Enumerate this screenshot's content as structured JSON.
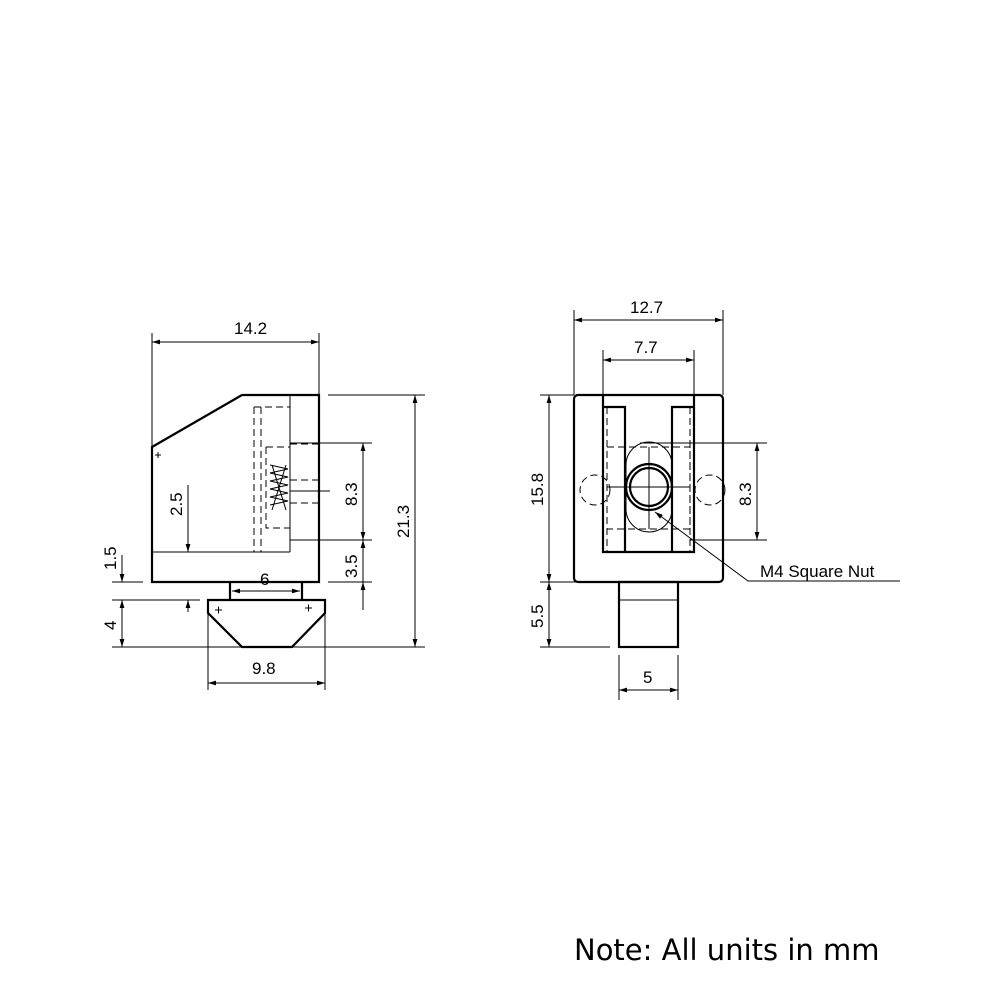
{
  "left_view": {
    "dims": {
      "width_top": "14.2",
      "height_total": "21.3",
      "slot": "8.3",
      "slot_offset": "3.5",
      "inner_offset": "2.5",
      "neck_height": "1.5",
      "foot_height": "4",
      "neck_width": "6",
      "foot_width": "9.8"
    }
  },
  "right_view": {
    "dims": {
      "width": "12.7",
      "slot_width": "7.7",
      "height": "15.8",
      "stem_height": "5.5",
      "nut_height": "8.3",
      "stem_width": "5"
    },
    "callout": "M4 Square Nut"
  },
  "note": "Note: All units in mm"
}
